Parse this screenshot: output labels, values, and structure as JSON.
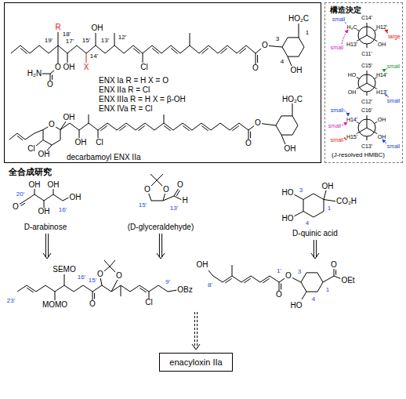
{
  "diagram": {
    "nodes": [
      {
        "text": [
          "ENX Ia R = H X = O",
          "ENX IIa R = Cl",
          "ENX IIIa R = H X = β-OH",
          "ENX IVa R = Cl",
          "decarbamoyl ENX IIa"
        ]
      },
      {
        "text": [
          "構造決定",
          "(J-resolved HMBC)"
        ]
      },
      {
        "text": [
          "enacyloxin IIa"
        ]
      }
    ],
    "labels": [
      "HO₂C",
      "1",
      "3",
      "4",
      "OH",
      "R",
      "19'",
      "18'",
      "17'",
      "O",
      "O",
      "H₂N",
      "OH",
      "X",
      "15'",
      "OH",
      "14'",
      "13'",
      "12'",
      "Cl",
      "O",
      "O",
      "O",
      "OH",
      "Cl",
      "OH",
      "OH",
      "Cl",
      "O",
      "O",
      "HO₂C",
      "OH",
      "C14'",
      "H₃C",
      "H12'",
      "H13'",
      "OH",
      "C11'",
      "small",
      "small",
      "large",
      "C15'",
      "HO",
      "H14'",
      "OH",
      "H13'",
      "C12'",
      "small",
      "small",
      "C16'",
      "H14'",
      "OH",
      "H15'",
      "OH",
      "C13'",
      "small",
      "small",
      "small",
      "small",
      "全合成研究",
      "20'",
      "O",
      "OH",
      "OH",
      "OH",
      "OH",
      "16'",
      "D-arabinose",
      "O",
      "O",
      "15'",
      "13'",
      "O",
      "H",
      "(D-glyceraldehyde)",
      "HO",
      "HO",
      "3",
      "4",
      "1",
      "OH",
      "CO₂H",
      "D-quinic acid",
      "23'",
      "MOMO",
      "SEMO",
      "16'",
      "15'",
      "O",
      "O",
      "O",
      "Cl",
      "9'",
      "OBz",
      "OH",
      "8'",
      "O",
      "1'",
      "O",
      "3",
      "1",
      "O",
      "OEt",
      "HO",
      "4"
    ]
  }
}
